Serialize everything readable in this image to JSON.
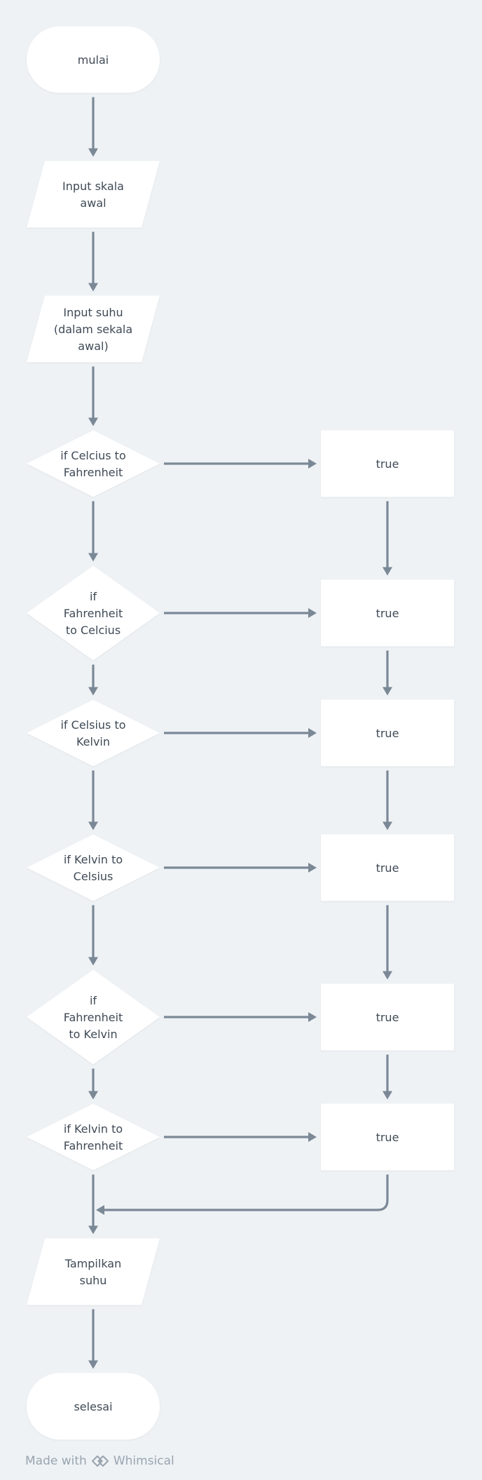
{
  "flowchart": {
    "nodes": {
      "start": {
        "shape": "terminator",
        "lines": [
          "mulai"
        ]
      },
      "input_scale": {
        "shape": "parallelogram",
        "lines": [
          "Input skala",
          "awal"
        ]
      },
      "input_temp": {
        "shape": "parallelogram",
        "lines": [
          "Input suhu",
          "(dalam sekala",
          "awal)"
        ]
      },
      "dec_c_to_f": {
        "shape": "decision",
        "lines": [
          "if  Celcius to",
          "Fahrenheit"
        ]
      },
      "proc_1": {
        "shape": "process",
        "lines": [
          "true"
        ]
      },
      "dec_f_to_c": {
        "shape": "decision",
        "lines": [
          "if",
          "Fahrenheit",
          "to Celcius"
        ]
      },
      "proc_2": {
        "shape": "process",
        "lines": [
          "true"
        ]
      },
      "dec_c_to_k": {
        "shape": "decision",
        "lines": [
          "if Celsius to",
          "Kelvin"
        ]
      },
      "proc_3": {
        "shape": "process",
        "lines": [
          "true"
        ]
      },
      "dec_k_to_c": {
        "shape": "decision",
        "lines": [
          "if Kelvin to",
          "Celsius"
        ]
      },
      "proc_4": {
        "shape": "process",
        "lines": [
          "true"
        ]
      },
      "dec_f_to_k": {
        "shape": "decision",
        "lines": [
          "if",
          "Fahrenheit",
          "to Kelvin"
        ]
      },
      "proc_5": {
        "shape": "process",
        "lines": [
          "true"
        ]
      },
      "dec_k_to_f": {
        "shape": "decision",
        "lines": [
          "if Kelvin to",
          "Fahrenheit"
        ]
      },
      "proc_6": {
        "shape": "process",
        "lines": [
          "true"
        ]
      },
      "output_temp": {
        "shape": "parallelogram",
        "lines": [
          "Tampilkan",
          "suhu"
        ]
      },
      "end": {
        "shape": "terminator",
        "lines": [
          "selesai"
        ]
      }
    },
    "edges": [
      {
        "from": "start",
        "to": "input_scale"
      },
      {
        "from": "input_scale",
        "to": "input_temp"
      },
      {
        "from": "input_temp",
        "to": "dec_c_to_f"
      },
      {
        "from": "dec_c_to_f",
        "to": "proc_1"
      },
      {
        "from": "dec_c_to_f",
        "to": "dec_f_to_c"
      },
      {
        "from": "proc_1",
        "to": "proc_2"
      },
      {
        "from": "dec_f_to_c",
        "to": "proc_2"
      },
      {
        "from": "dec_f_to_c",
        "to": "dec_c_to_k"
      },
      {
        "from": "proc_2",
        "to": "proc_3"
      },
      {
        "from": "dec_c_to_k",
        "to": "proc_3"
      },
      {
        "from": "dec_c_to_k",
        "to": "dec_k_to_c"
      },
      {
        "from": "proc_3",
        "to": "proc_4"
      },
      {
        "from": "dec_k_to_c",
        "to": "proc_4"
      },
      {
        "from": "dec_k_to_c",
        "to": "dec_f_to_k"
      },
      {
        "from": "proc_4",
        "to": "proc_5"
      },
      {
        "from": "dec_f_to_k",
        "to": "proc_5"
      },
      {
        "from": "dec_f_to_k",
        "to": "dec_k_to_f"
      },
      {
        "from": "proc_5",
        "to": "proc_6"
      },
      {
        "from": "dec_k_to_f",
        "to": "proc_6"
      },
      {
        "from": "dec_k_to_f",
        "to": "output_temp"
      },
      {
        "from": "proc_6",
        "to": "output_temp"
      },
      {
        "from": "output_temp",
        "to": "end"
      }
    ]
  },
  "footer": {
    "made_with": "Made with",
    "brand": "Whimsical",
    "brand_icon": "whimsical-logo-icon"
  },
  "colors": {
    "background": "#eef2f5",
    "node_fill": "#ffffff",
    "connector": "#7b8896",
    "text": "#3f4a56",
    "footer_text": "#9aa5b0"
  }
}
